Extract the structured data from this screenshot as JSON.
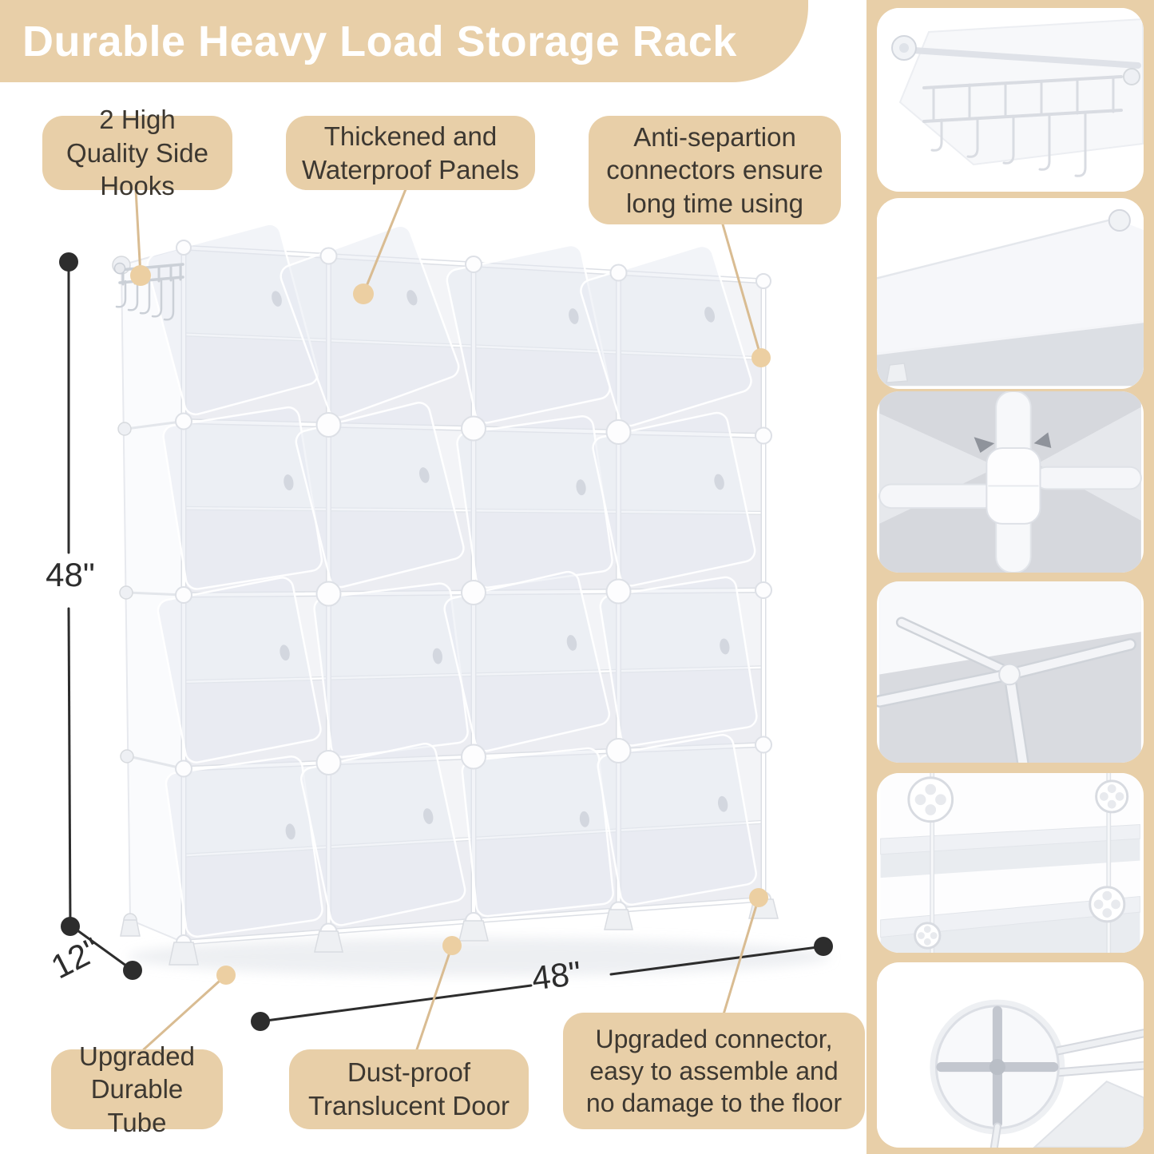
{
  "banner": {
    "title": "Durable Heavy Load Storage Rack"
  },
  "callouts": {
    "side_hooks": "2 High Quality Side Hooks",
    "waterproof_panels": "Thickened and Waterproof Panels",
    "anti_separation": "Anti-separtion connectors ensure long time using",
    "durable_tube": "Upgraded Durable Tube",
    "translucent_door": "Dust-proof Translucent Door",
    "floor_connector": "Upgraded connector, easy to assemble and no damage to the floor"
  },
  "dimensions": {
    "height": "48\"",
    "depth": "12\"",
    "width": "48\""
  },
  "detail_insets": [
    "side-hooks-closeup",
    "waterproof-panel-closeup",
    "anti-separation-connector-closeup",
    "tube-frame-corner-closeup",
    "inner-shelf-connectors-closeup",
    "floor-connector-closeup"
  ],
  "colors": {
    "accent_tan": "#e8cfa8",
    "leader_line_tan": "#d9bc92",
    "dimension_black": "#2d2d2d",
    "callout_text": "#3d3831",
    "title_text": "#ffffff"
  }
}
